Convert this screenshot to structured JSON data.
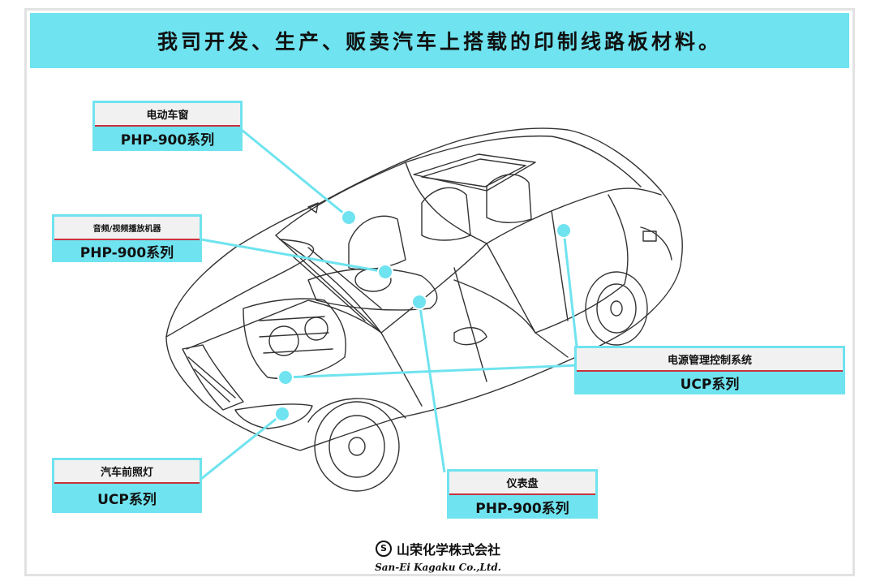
{
  "title": "我司开发、生产、贩卖汽车上搭载的印制线路板材料。",
  "labels": {
    "power_window": {
      "name": "电动车窗",
      "product": "PHP-900系列"
    },
    "audio_video": {
      "name": "音频/视频播放机器",
      "product": "PHP-900系列"
    },
    "power_mgmt": {
      "name": "电源管理控制系统",
      "product": "UCP系列"
    },
    "headlight": {
      "name": "汽车前照灯",
      "product": "UCP系列"
    },
    "dashboard": {
      "name": "仪表盘",
      "product": "PHP-900系列"
    }
  },
  "footer": {
    "logo_glyph": "S",
    "company_cn": "山荣化学株式会社",
    "company_en": "San-Ei Kagaku Co.,Ltd."
  },
  "colors": {
    "accent": "#6fe3ef",
    "separator": "#c8323c",
    "label_header_bg": "#f1f1f1"
  }
}
